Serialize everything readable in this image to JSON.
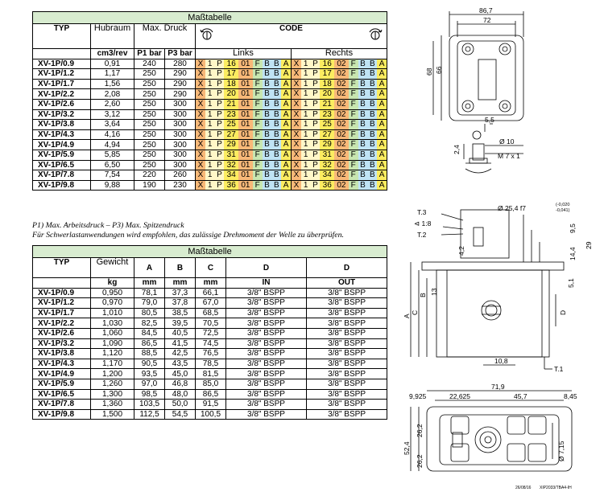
{
  "table1": {
    "caption": "Maßtabelle",
    "headers": {
      "typ": "TYP",
      "hubraum": "Hubraum",
      "druck": "Max. Druck",
      "code": "CODE",
      "links": "Links",
      "rechts": "Rechts",
      "unit_hub": "cm3/rev",
      "unit_p1": "P1 bar",
      "unit_p3": "P3 bar"
    },
    "rows": [
      {
        "typ": "XV-1P/0.9",
        "hub": "0,91",
        "p1": "240",
        "p3": "280",
        "code": "16"
      },
      {
        "typ": "XV-1P/1.2",
        "hub": "1,17",
        "p1": "250",
        "p3": "290",
        "code": "17"
      },
      {
        "typ": "XV-1P/1.7",
        "hub": "1,56",
        "p1": "250",
        "p3": "290",
        "code": "18"
      },
      {
        "typ": "XV-1P/2.2",
        "hub": "2,08",
        "p1": "250",
        "p3": "290",
        "code": "20"
      },
      {
        "typ": "XV-1P/2.6",
        "hub": "2,60",
        "p1": "250",
        "p3": "300",
        "code": "21"
      },
      {
        "typ": "XV-1P/3.2",
        "hub": "3,12",
        "p1": "250",
        "p3": "300",
        "code": "23"
      },
      {
        "typ": "XV-1P/3.8",
        "hub": "3,64",
        "p1": "250",
        "p3": "300",
        "code": "25"
      },
      {
        "typ": "XV-1P/4.3",
        "hub": "4,16",
        "p1": "250",
        "p3": "300",
        "code": "27"
      },
      {
        "typ": "XV-1P/4.9",
        "hub": "4,94",
        "p1": "250",
        "p3": "300",
        "code": "29"
      },
      {
        "typ": "XV-1P/5.9",
        "hub": "5,85",
        "p1": "250",
        "p3": "300",
        "code": "31"
      },
      {
        "typ": "XV-1P/6.5",
        "hub": "6,50",
        "p1": "250",
        "p3": "300",
        "code": "32"
      },
      {
        "typ": "XV-1P/7.8",
        "hub": "7,54",
        "p1": "220",
        "p3": "260",
        "code": "34"
      },
      {
        "typ": "XV-1P/9.8",
        "hub": "9,88",
        "p1": "190",
        "p3": "230",
        "code": "36"
      }
    ],
    "code_letters": {
      "x": "X",
      "one": "1",
      "p": "P",
      "f": "F",
      "b": "B",
      "a": "A",
      "left_dir": "01",
      "right_dir": "02"
    }
  },
  "notes": {
    "line1": "P1) Max. Arbeitsdruck – P3) Max. Spitzendruck",
    "line2": "Für Schwerlastanwendungen wird empfohlen, das zulässige Drehmoment der Welle zu überprüfen."
  },
  "table2": {
    "caption": "Maßtabelle",
    "headers": {
      "typ": "TYP",
      "gewicht": "Gewicht",
      "a": "A",
      "b": "B",
      "c": "C",
      "d_in": "D",
      "d_out": "D",
      "unit_kg": "kg",
      "unit_a": "mm",
      "unit_b": "mm",
      "unit_c": "mm",
      "in": "IN",
      "out": "OUT"
    },
    "rows": [
      {
        "typ": "XV-1P/0.9",
        "kg": "0,950",
        "a": "78,1",
        "b": "37,3",
        "c": "66,1",
        "din": "3/8\" BSPP",
        "dout": "3/8\" BSPP"
      },
      {
        "typ": "XV-1P/1.2",
        "kg": "0,970",
        "a": "79,0",
        "b": "37,8",
        "c": "67,0",
        "din": "3/8\" BSPP",
        "dout": "3/8\" BSPP"
      },
      {
        "typ": "XV-1P/1.7",
        "kg": "1,010",
        "a": "80,5",
        "b": "38,5",
        "c": "68,5",
        "din": "3/8\" BSPP",
        "dout": "3/8\" BSPP"
      },
      {
        "typ": "XV-1P/2.2",
        "kg": "1,030",
        "a": "82,5",
        "b": "39,5",
        "c": "70,5",
        "din": "3/8\" BSPP",
        "dout": "3/8\" BSPP"
      },
      {
        "typ": "XV-1P/2.6",
        "kg": "1,060",
        "a": "84,5",
        "b": "40,5",
        "c": "72,5",
        "din": "3/8\" BSPP",
        "dout": "3/8\" BSPP"
      },
      {
        "typ": "XV-1P/3.2",
        "kg": "1,090",
        "a": "86,5",
        "b": "41,5",
        "c": "74,5",
        "din": "3/8\" BSPP",
        "dout": "3/8\" BSPP"
      },
      {
        "typ": "XV-1P/3.8",
        "kg": "1,120",
        "a": "88,5",
        "b": "42,5",
        "c": "76,5",
        "din": "3/8\" BSPP",
        "dout": "3/8\" BSPP"
      },
      {
        "typ": "XV-1P/4.3",
        "kg": "1,170",
        "a": "90,5",
        "b": "43,5",
        "c": "78,5",
        "din": "3/8\" BSPP",
        "dout": "3/8\" BSPP"
      },
      {
        "typ": "XV-1P/4.9",
        "kg": "1,200",
        "a": "93,5",
        "b": "45,0",
        "c": "81,5",
        "din": "3/8\" BSPP",
        "dout": "3/8\" BSPP"
      },
      {
        "typ": "XV-1P/5.9",
        "kg": "1,260",
        "a": "97,0",
        "b": "46,8",
        "c": "85,0",
        "din": "3/8\" BSPP",
        "dout": "3/8\" BSPP"
      },
      {
        "typ": "XV-1P/6.5",
        "kg": "1,300",
        "a": "98,5",
        "b": "48,0",
        "c": "86,5",
        "din": "3/8\" BSPP",
        "dout": "3/8\" BSPP"
      },
      {
        "typ": "XV-1P/7.8",
        "kg": "1,360",
        "a": "103,5",
        "b": "50,0",
        "c": "91,5",
        "din": "3/8\" BSPP",
        "dout": "3/8\" BSPP"
      },
      {
        "typ": "XV-1P/9.8",
        "kg": "1,500",
        "a": "112,5",
        "b": "54,5",
        "c": "100,5",
        "din": "3/8\" BSPP",
        "dout": "3/8\" BSPP"
      }
    ]
  },
  "drawing": {
    "top_width_outer": "86,7",
    "top_width_inner": "72",
    "top_height_outer": "68",
    "top_height_inner": "66",
    "shaft_5_5": "5,5",
    "shaft_2_4": "2,4",
    "shaft_d10": "Ø 10",
    "shaft_thread": "M 7 x 1",
    "t3": "T.3",
    "taper": "⊲ 1:8",
    "t2": "T.2",
    "d25": "Ø 25,4 f7",
    "tol_hi": "(-0,020",
    "tol_lo": "-0,041)",
    "d9_5": "9,5",
    "d14_4": "14,4",
    "d29": "29",
    "d4_2": "4,2",
    "d5_1": "5,1",
    "d13": "13",
    "lbl_b": "B",
    "lbl_a": "A",
    "lbl_c": "C",
    "lbl_d": "D",
    "d10_8": "10,8",
    "t1": "T.1",
    "b71_9": "71,9",
    "b9_925": "9,925",
    "b22_625": "22,625",
    "b45_7": "45,7",
    "b8_45": "8,45",
    "b52_4": "52,4",
    "b26_2a": "26,2",
    "b26_2b": "26,2",
    "b7_15": "Ø 7,15",
    "stamp1": "26/08/16",
    "stamp2": "XIP2033/TBA4-IH"
  }
}
